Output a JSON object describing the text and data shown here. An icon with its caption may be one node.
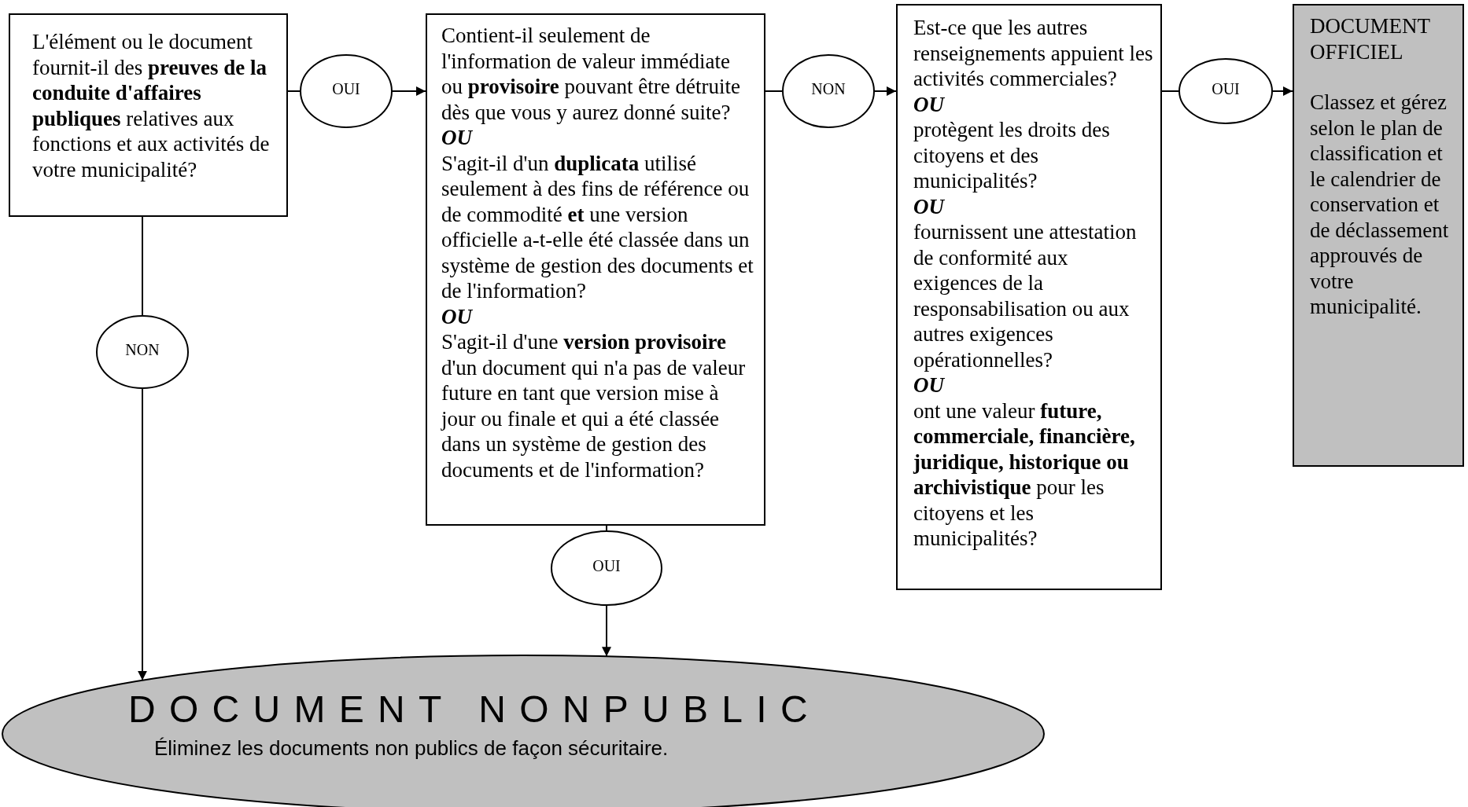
{
  "diagram": {
    "nodes": [
      {
        "text": [
          "L'élément ou le document fournit-il des **preuves de la conduite d'affaires publiques** relatives aux fonctions et aux activités de votre municipalité?"
        ]
      },
      {
        "text": [
          "OUI"
        ]
      },
      {
        "text": [
          "Contient-il seulement de l'information de valeur immédiate ou **provisoire** pouvant être détruite dès que vous y aurez donné suite?",
          "*OU*",
          "S'agit-il d'un **duplicata** utilisé seulement à des fins de référence ou de commodité **et** une version officielle a-t-elle été classée dans un système de gestion des documents et de l'information?",
          "*OU*",
          "S'agit-il d'une **version provisoire** d'un document qui n'a pas de valeur future en tant que version mise à jour ou finale et qui a été classée dans un système de gestion des documents et de l'information?"
        ]
      },
      {
        "text": [
          "NON"
        ]
      },
      {
        "text": [
          "Est-ce que les autres renseignements appuient les activités commerciales?",
          "*OU*",
          "protègent les droits des citoyens et des municipalités?",
          "*OU*",
          "fournissent une attestation de conformité aux exigences de la responsabilisation ou aux autres exigences opérationnelles?",
          "*OU*",
          "ont une valeur **future, commerciale, financière, juridique, historique ou archivistique** pour les citoyens et les municipalités?"
        ]
      },
      {
        "text": [
          "OUI"
        ]
      },
      {
        "text": [
          "DOCUMENT OFFICIEL",
          "Classez et gérez selon le plan de classification et le calendrier de conservation et de déclassement approuvés de votre municipalité."
        ]
      },
      {
        "text": [
          "NON"
        ]
      },
      {
        "text": [
          "OUI"
        ]
      },
      {
        "text": [
          "DOCUMENT NONPUBLIC",
          "Éliminez les documents non publics de façon sécuritaire."
        ]
      }
    ],
    "edges": [
      {
        "from": 0,
        "to": 1,
        "arrow": "none"
      },
      {
        "from": 1,
        "to": 2,
        "arrow": "to"
      },
      {
        "from": 2,
        "to": 3,
        "arrow": "none"
      },
      {
        "from": 3,
        "to": 4,
        "arrow": "to"
      },
      {
        "from": 4,
        "to": 5,
        "arrow": "none"
      },
      {
        "from": 5,
        "to": 6,
        "arrow": "to"
      },
      {
        "from": 0,
        "to": 7,
        "arrow": "none"
      },
      {
        "from": 7,
        "to": 9,
        "arrow": "to"
      },
      {
        "from": 2,
        "to": 8,
        "arrow": "none"
      },
      {
        "from": 8,
        "to": 9,
        "arrow": "to"
      }
    ]
  }
}
